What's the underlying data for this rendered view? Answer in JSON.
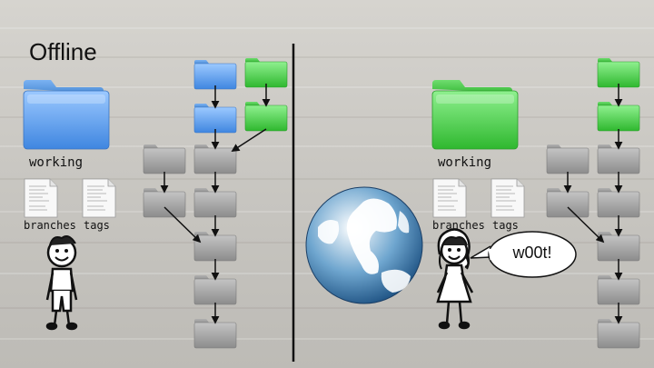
{
  "left": {
    "title": "Offline",
    "working_label": "working",
    "branches_label": "branches",
    "tags_label": "tags"
  },
  "right": {
    "working_label": "working",
    "branches_label": "branches",
    "tags_label": "tags",
    "speech": "w00t!"
  },
  "colors": {
    "blue_folder": "#6aa8ee",
    "green_folder": "#4fd14f",
    "gray_folder": "#a8a8a8",
    "globe_ocean": "#2c6aa0",
    "divider": "#111111"
  }
}
